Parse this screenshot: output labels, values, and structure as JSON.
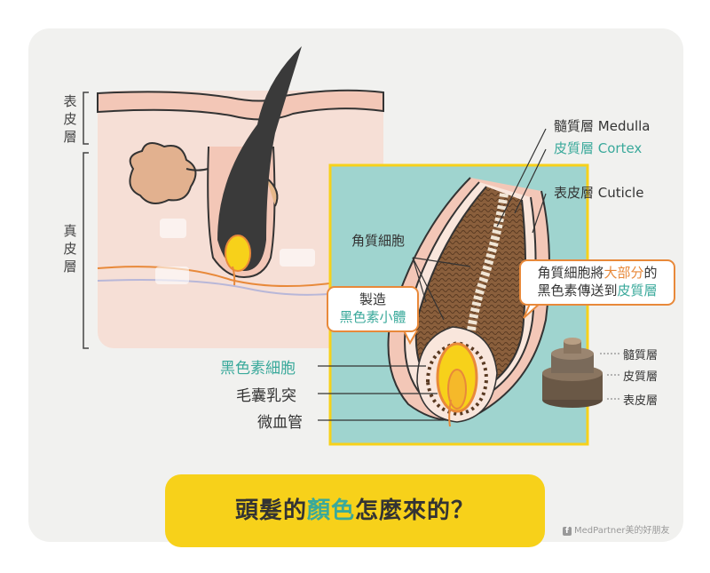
{
  "layers_left": {
    "epidermis": "表皮層",
    "dermis": "真皮層"
  },
  "right_labels": {
    "medulla": "髓質層 Medulla",
    "cortex": "皮質層 Cortex",
    "cuticle": "表皮層 Cuticle"
  },
  "keratinocyte_label": "角質細胞",
  "callout_left": {
    "line1": "製造",
    "line2": "黑色素小體"
  },
  "callout_right": {
    "part1": "角質細胞將",
    "highlight": "大部分",
    "part2": "的",
    "line2_part1": "黑色素傳送到",
    "line2_highlight": "皮質層"
  },
  "bottom_labels": {
    "melanocyte": "黑色素細胞",
    "papilla": "毛囊乳突",
    "capillary": "微血管"
  },
  "cylinder_labels": {
    "medulla": "髓質層",
    "cortex": "皮質層",
    "cuticle": "表皮層"
  },
  "title": {
    "before": "頭髮的",
    "highlight": "顏色",
    "after": "怎麼來的？"
  },
  "credit": "MedPartner美的好朋友",
  "colors": {
    "teal": "#3aa99b",
    "orange": "#e8893a",
    "yellow": "#f7d11a",
    "panel_teal": "#9fd4cf"
  }
}
